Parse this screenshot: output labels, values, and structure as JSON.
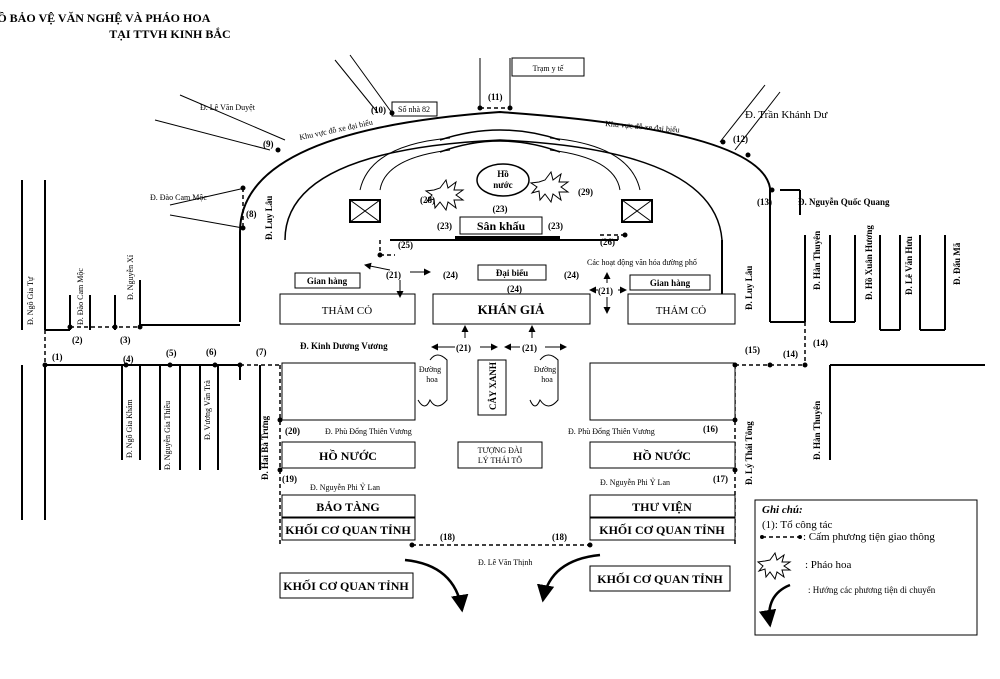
{
  "title": {
    "line1": "SƠ ĐỒ BẢO VỆ VĂN NGHỆ VÀ PHÁO HOA",
    "line2": "TẠI TTVH KINH BẮC"
  },
  "streets": {
    "le_van_duyet": "Đ. Lê Văn Duyệt",
    "dao_cam_moc": "Đ. Đào Cam Mộc",
    "tran_khanh_du": "Đ. Trần Khánh Dư",
    "nguyen_quoc_quang": "Đ. Nguyễn Quốc Quang",
    "luy_lau": "Đ. Luy Lâu",
    "ngo_gia_tu": "Đ. Ngô Gia Tự",
    "dao_cam_moc_v": "Đ. Đào Cam Mộc",
    "nguyen_xi": "Đ. Nguyễn Xí",
    "ngo_gia_kham": "Đ. Ngô Gia Khảm",
    "nguyen_gia_thieu": "Đ. Nguyễn Gia Thiều",
    "vuong_van_tra": "Đ. Vương Văn Trà",
    "hai_ba_trung": "Đ. Hai Bà Trưng",
    "kinh_duong_vuong": "Đ. Kinh Dương Vương",
    "phu_dong": "Đ. Phù Đổng Thiên Vương",
    "nguyen_phi_y_lan": "Đ. Nguyễn Phi Ỷ Lan",
    "le_van_thinh": "Đ. Lê Văn Thịnh",
    "ly_thai_tong": "Đ. Lý Thái Tông",
    "han_thuyen": "Đ. Hàn Thuyên",
    "ho_xuan_huong": "Đ. Hồ Xuân Hương",
    "le_van_huu": "Đ. Lê Văn Hưu",
    "dau_ma": "Đ. Đẩu Mã"
  },
  "places": {
    "tram_y_te": "Trạm y tế",
    "so_nha": "Số nhà 82",
    "parking": "Khu vực đỗ xe đại biểu",
    "ho_nuoc_small": "Hồ nước",
    "san_khau": "Sân khấu",
    "dai_bieu": "Đại biểu",
    "street_culture": "Các hoạt động văn hóa đường phố",
    "gian_hang": "Gian hàng",
    "tham_co": "THẢM CỎ",
    "khan_gia": "KHÁN GIẢ",
    "duong_hoa": "Đường hoa",
    "cay_xanh": "CÂY XANH",
    "ho_nuoc": "HỒ NƯỚC",
    "tuong_dai_1": "TƯỢNG ĐÀI",
    "tuong_dai_2": "LÝ THÁI TÔ",
    "bao_tang": "BẢO TÀNG",
    "thu_vien": "THƯ VIỆN",
    "khoi_co_quan": "KHỐI CƠ QUAN TỈNH"
  },
  "points": {
    "p1": "(1)",
    "p2": "(2)",
    "p3": "(3)",
    "p4": "(4)",
    "p5": "(5)",
    "p6": "(6)",
    "p7": "(7)",
    "p8": "(8)",
    "p9": "(9)",
    "p10": "(10)",
    "p11": "(11)",
    "p12": "(12)",
    "p13": "(13)",
    "p14": "(14)",
    "p15": "(15)",
    "p16": "(16)",
    "p17": "(17)",
    "p18": "(18)",
    "p19": "(19)",
    "p20": "(20)",
    "p21": "(21)",
    "p23": "(23)",
    "p24": "(24)",
    "p25": "(25)",
    "p26": "(26)",
    "p28": "(28)",
    "p29": "(29)"
  },
  "legend": {
    "title": "Ghi chú:",
    "item1": "(1): Tổ công tác",
    "item2": ": Cấm phương tiện giao thông",
    "item3": ": Pháo hoa",
    "item4": ": Hướng các phương tiện di chuyển"
  }
}
